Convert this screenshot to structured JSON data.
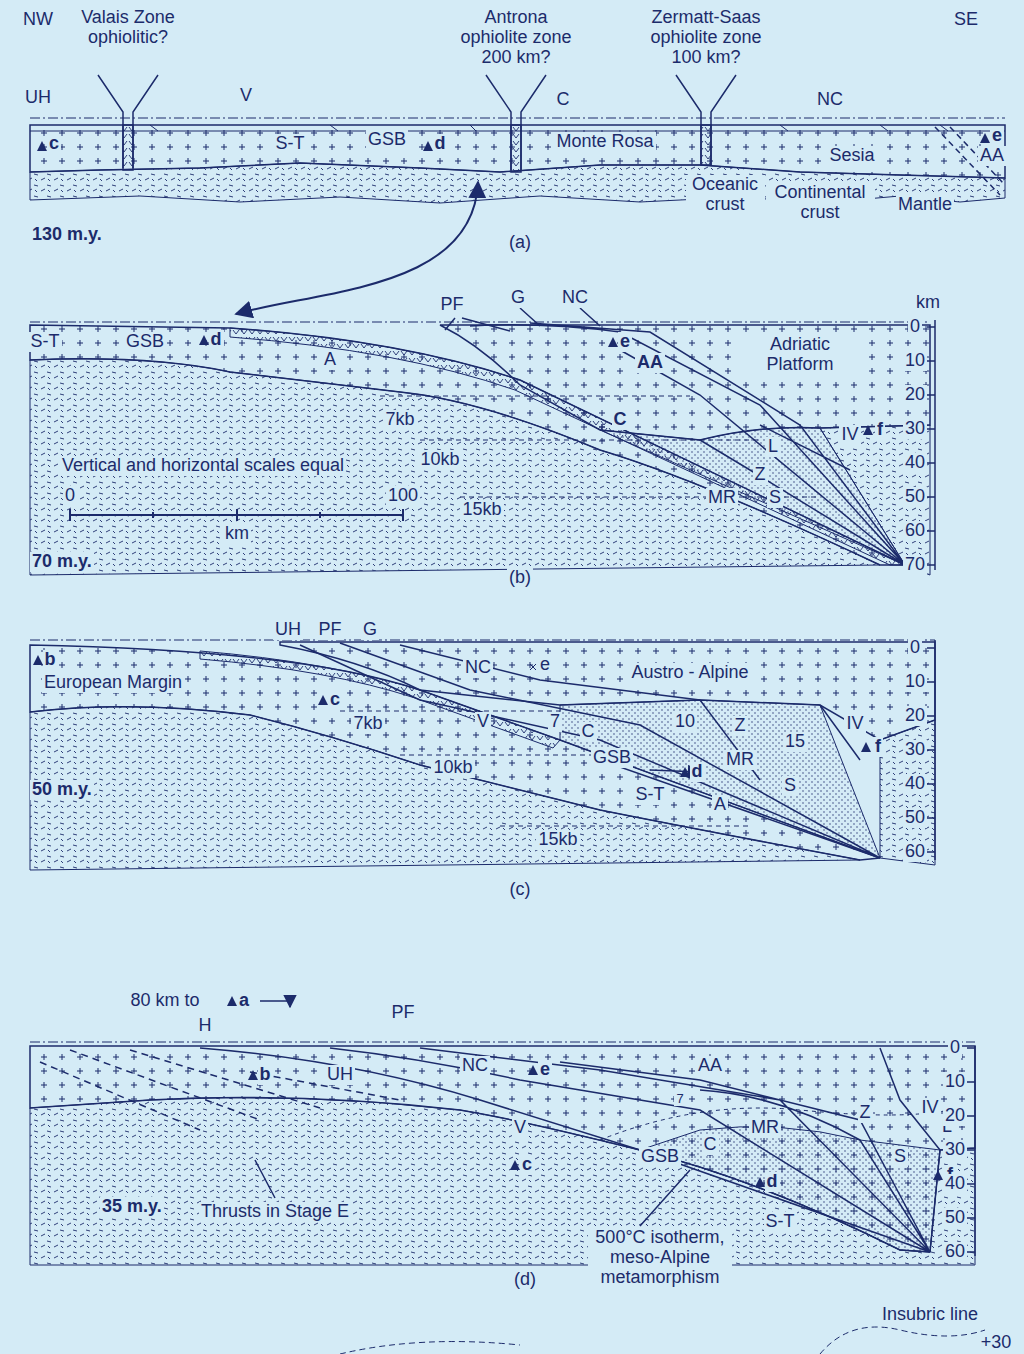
{
  "diagram": {
    "labels": [
      "NW",
      "Valais Zone ophiolitic?",
      "Antrona ophiolite zone 200 km?",
      "Zermatt-Saas ophiolite zone 100 km?",
      "SE",
      "UH",
      "V",
      "C",
      "NC",
      "c",
      "S-T",
      "GSB",
      "d",
      "Monte Rosa",
      "Sesia",
      "e",
      "AA",
      "Oceanic crust",
      "Continental crust",
      "Mantle",
      "130 m.y.",
      "(a)",
      "PF",
      "G",
      "NC",
      "km",
      "0",
      "10",
      "20",
      "30",
      "40",
      "50",
      "60",
      "70",
      "S-T",
      "GSB",
      "d",
      "A",
      "e",
      "AA",
      "Adriatic Platform",
      "C",
      "7kb",
      "10kb",
      "15kb",
      "IV",
      "f",
      "L",
      "Z",
      "MR",
      "S",
      "70 m.y.",
      "Vertical and horizontal scales equal",
      "0",
      "100",
      "km",
      "(b)",
      "UH",
      "PF",
      "G",
      "b",
      "European Margin",
      "NC",
      "e",
      "Austro - Alpine",
      "c",
      "7kb",
      "V",
      "7",
      "C",
      "10",
      "Z",
      "IV",
      "15",
      "f",
      "10kb",
      "GSB",
      "MR",
      "d",
      "S-T",
      "S",
      "A",
      "50 m.y.",
      "15kb",
      "0",
      "10",
      "20",
      "30",
      "40",
      "50",
      "60",
      "(c)",
      "80 km to",
      "a",
      "PF",
      "H",
      "b",
      "UH",
      "NC",
      "e",
      "AA",
      "7",
      "IV",
      "V",
      "MR",
      "Z",
      "L",
      "C",
      "GSB",
      "S",
      "c",
      "d",
      "f",
      "35 m.y.",
      "Thrusts in Stage E",
      "S-T",
      "500°C isotherm, meso-Alpine metamorphism",
      "0",
      "10",
      "20",
      "30",
      "40",
      "50",
      "60",
      "(d)",
      "Insubric line",
      "+30"
    ]
  }
}
